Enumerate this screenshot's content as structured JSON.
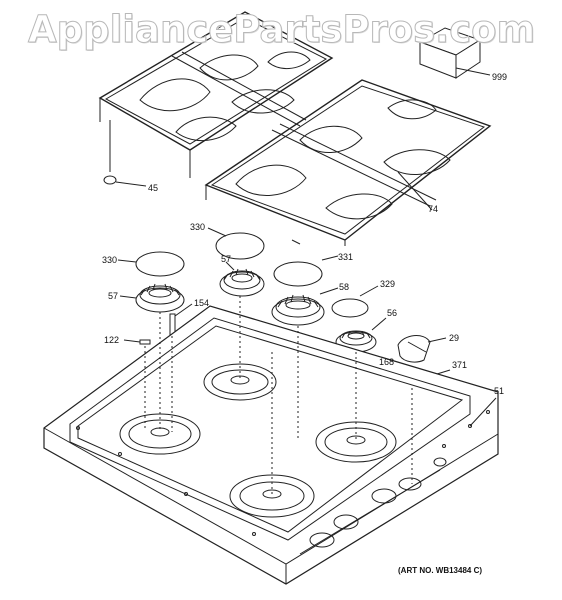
{
  "watermark": "AppliancePartsPros.com",
  "art_number": "(ART NO. WB13484 C)",
  "callouts": {
    "c999": "999",
    "c45": "45",
    "c74": "74",
    "c330a": "330",
    "c330b": "330",
    "c331": "331",
    "c57a": "57",
    "c57b": "57",
    "c58": "58",
    "c154": "154",
    "c329": "329",
    "c56": "56",
    "c29": "29",
    "c122": "122",
    "c168": "168",
    "c371": "371",
    "c51": "51"
  },
  "colors": {
    "line": "#222222",
    "watermark_outline": "#b8b8b8"
  }
}
